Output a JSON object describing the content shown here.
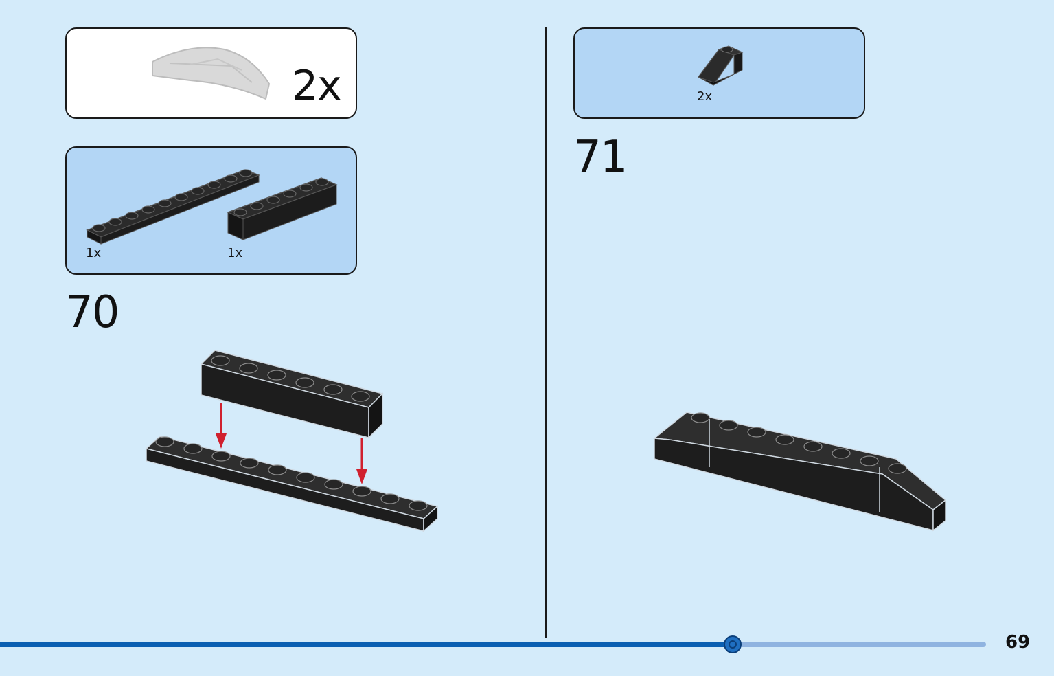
{
  "left": {
    "parts_box_top": {
      "quantity": "2x"
    },
    "parts_box_blue": {
      "items": [
        {
          "quantity": "1x"
        },
        {
          "quantity": "1x"
        }
      ]
    },
    "step": {
      "number": "70"
    }
  },
  "right": {
    "parts_box": {
      "quantity": "2x"
    },
    "step": {
      "number": "71"
    }
  },
  "footer": {
    "page_number": "69",
    "progress": 0.743
  },
  "colors": {
    "background": "#d4ebfa",
    "parts_box_blue": "#b3d6f5",
    "brick": "#222222",
    "arrow": "#d0202e",
    "progress_fill": "#0a5fb2",
    "progress_track": "#8fb3e0"
  }
}
